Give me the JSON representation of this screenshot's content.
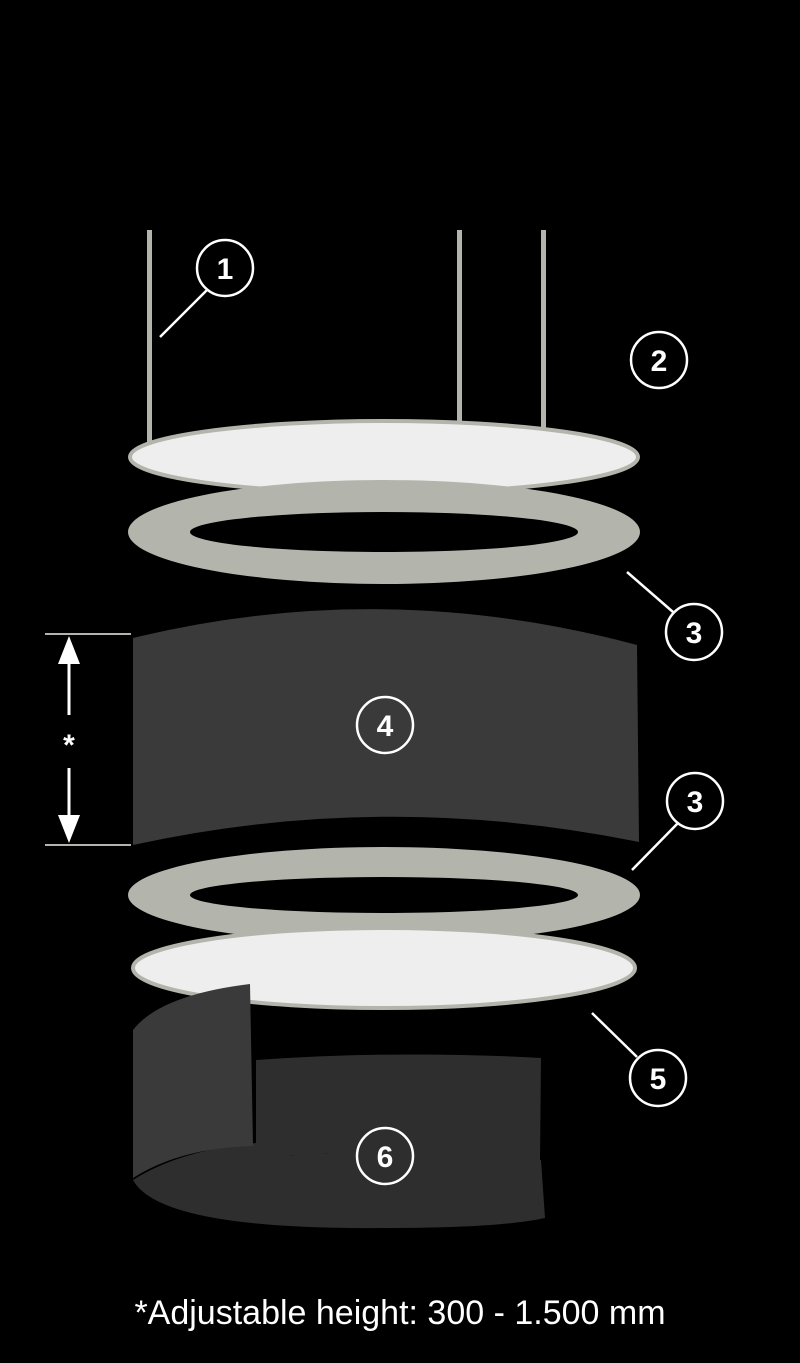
{
  "colors": {
    "background": "#000000",
    "cable": "#b3b5ad",
    "diffuser": "#eeeeee",
    "diffuser_rim": "#b3b5ad",
    "ring": "#b3b5ad",
    "shade_upper": "#3a3a3a",
    "shade_lower_front": "#2e2e2e",
    "shade_lower_flap": "#3a3a3a",
    "callout_stroke": "#ffffff"
  },
  "callouts": {
    "c1": "1",
    "c2": "2",
    "c3a": "3",
    "c3b": "3",
    "c4": "4",
    "c5": "5",
    "c6": "6"
  },
  "dimension": {
    "symbol": "*"
  },
  "footnote": "*Adjustable height: 300 - 1.500 mm"
}
